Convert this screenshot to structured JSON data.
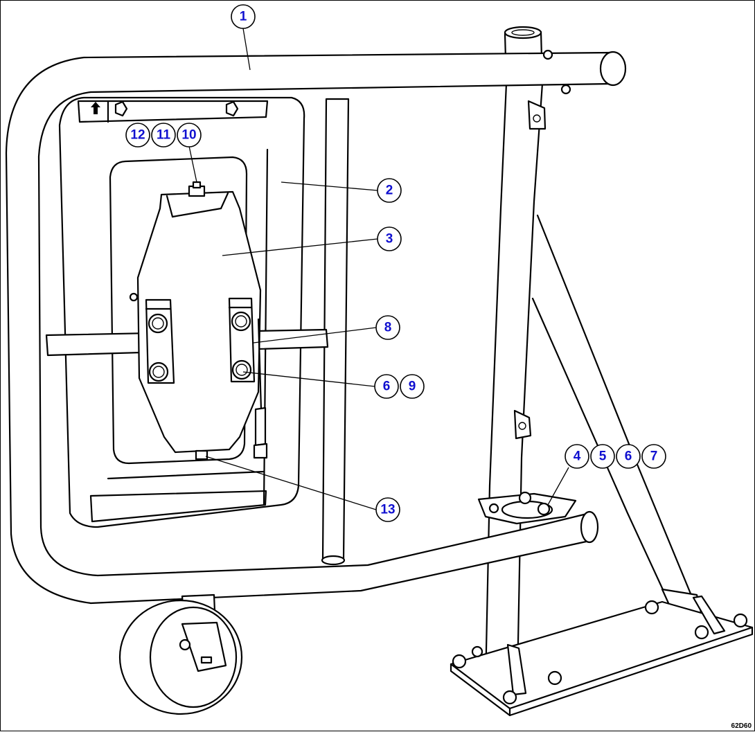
{
  "callouts": [
    {
      "id": "c1",
      "label": "1"
    },
    {
      "id": "c2",
      "label": "2"
    },
    {
      "id": "c3",
      "label": "3"
    },
    {
      "id": "c8",
      "label": "8"
    },
    {
      "id": "c6a",
      "label": "6"
    },
    {
      "id": "c9",
      "label": "9"
    },
    {
      "id": "c12",
      "label": "12"
    },
    {
      "id": "c11",
      "label": "11"
    },
    {
      "id": "c10",
      "label": "10"
    },
    {
      "id": "c4",
      "label": "4"
    },
    {
      "id": "c5",
      "label": "5"
    },
    {
      "id": "c6b",
      "label": "6"
    },
    {
      "id": "c7",
      "label": "7"
    },
    {
      "id": "c13",
      "label": "13"
    }
  ],
  "figure_ref": "62D60",
  "colors": {
    "callout_text": "#1010d0",
    "line": "#000000",
    "background": "#ffffff"
  },
  "icons": [
    "up-arrow-icon"
  ]
}
